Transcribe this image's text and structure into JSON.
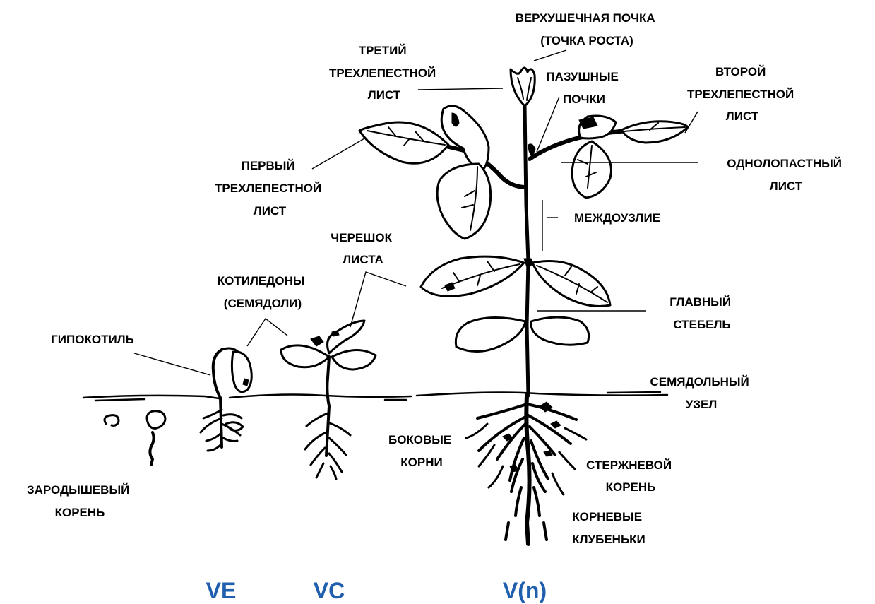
{
  "colors": {
    "stage_label": "#1f5fae",
    "ink": "#000000"
  },
  "labels": {
    "apical_bud": [
      "ВЕРХУШЕЧНАЯ ПОЧКА",
      "(ТОЧКА РОСТА)"
    ],
    "third_trifoliate": [
      "ТРЕТИЙ",
      "ТРЕХЛЕПЕСТНОЙ",
      "ЛИСТ"
    ],
    "axillary_buds": [
      "ПАЗУШНЫЕ",
      "ПОЧКИ"
    ],
    "second_trifoliate": [
      "ВТОРОЙ",
      "ТРЕХЛЕПЕСТНОЙ",
      "ЛИСТ"
    ],
    "first_trifoliate": [
      "ПЕРВЫЙ",
      "ТРЕХЛЕПЕСТНОЙ",
      "ЛИСТ"
    ],
    "unifoliate": [
      "ОДНОЛОПАСТНЫЙ",
      "ЛИСТ"
    ],
    "internode": [
      "МЕЖДОУЗЛИЕ"
    ],
    "petiole": [
      "ЧЕРЕШОК",
      "ЛИСТА"
    ],
    "cotyledons": [
      "КОТИЛЕДОНЫ",
      "(СЕМЯДОЛИ)"
    ],
    "main_stem": [
      "ГЛАВНЫЙ",
      "СТЕБЕЛЬ"
    ],
    "hypocotyl": [
      "ГИПОКОТИЛЬ"
    ],
    "cotyledonary_node": [
      "СЕМЯДОЛЬНЫЙ",
      "УЗЕЛ"
    ],
    "lateral_roots": [
      "БОКОВЫЕ",
      "КОРНИ"
    ],
    "taproot": [
      "СТЕРЖНЕВОЙ",
      "КОРЕНЬ"
    ],
    "radicle": [
      "ЗАРОДЫШЕВЫЙ",
      "КОРЕНЬ"
    ],
    "root_nodules": [
      "КОРНЕВЫЕ",
      "КЛУБЕНЬКИ"
    ]
  },
  "stages": [
    "VE",
    "VC",
    "V(n)"
  ]
}
